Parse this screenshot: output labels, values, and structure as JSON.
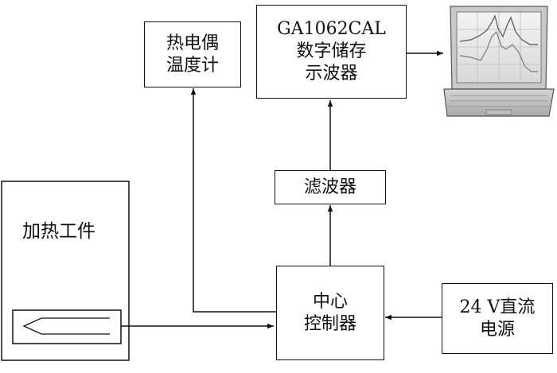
{
  "nodes": {
    "thermometer": {
      "line1": "热电偶",
      "line2": "温度计"
    },
    "oscilloscope": {
      "line1": "GA1062CAL",
      "line2": "数字储存",
      "line3": "示波器"
    },
    "filter": {
      "label": "滤波器"
    },
    "workpiece": {
      "label": "加热工件"
    },
    "controller": {
      "line1": "中心",
      "line2": "控制器"
    },
    "power": {
      "line1": "24 V直流",
      "line2": "电源"
    }
  },
  "icons": {
    "computer": "laptop-icon",
    "thermocouple": "thermocouple-probe-icon"
  }
}
